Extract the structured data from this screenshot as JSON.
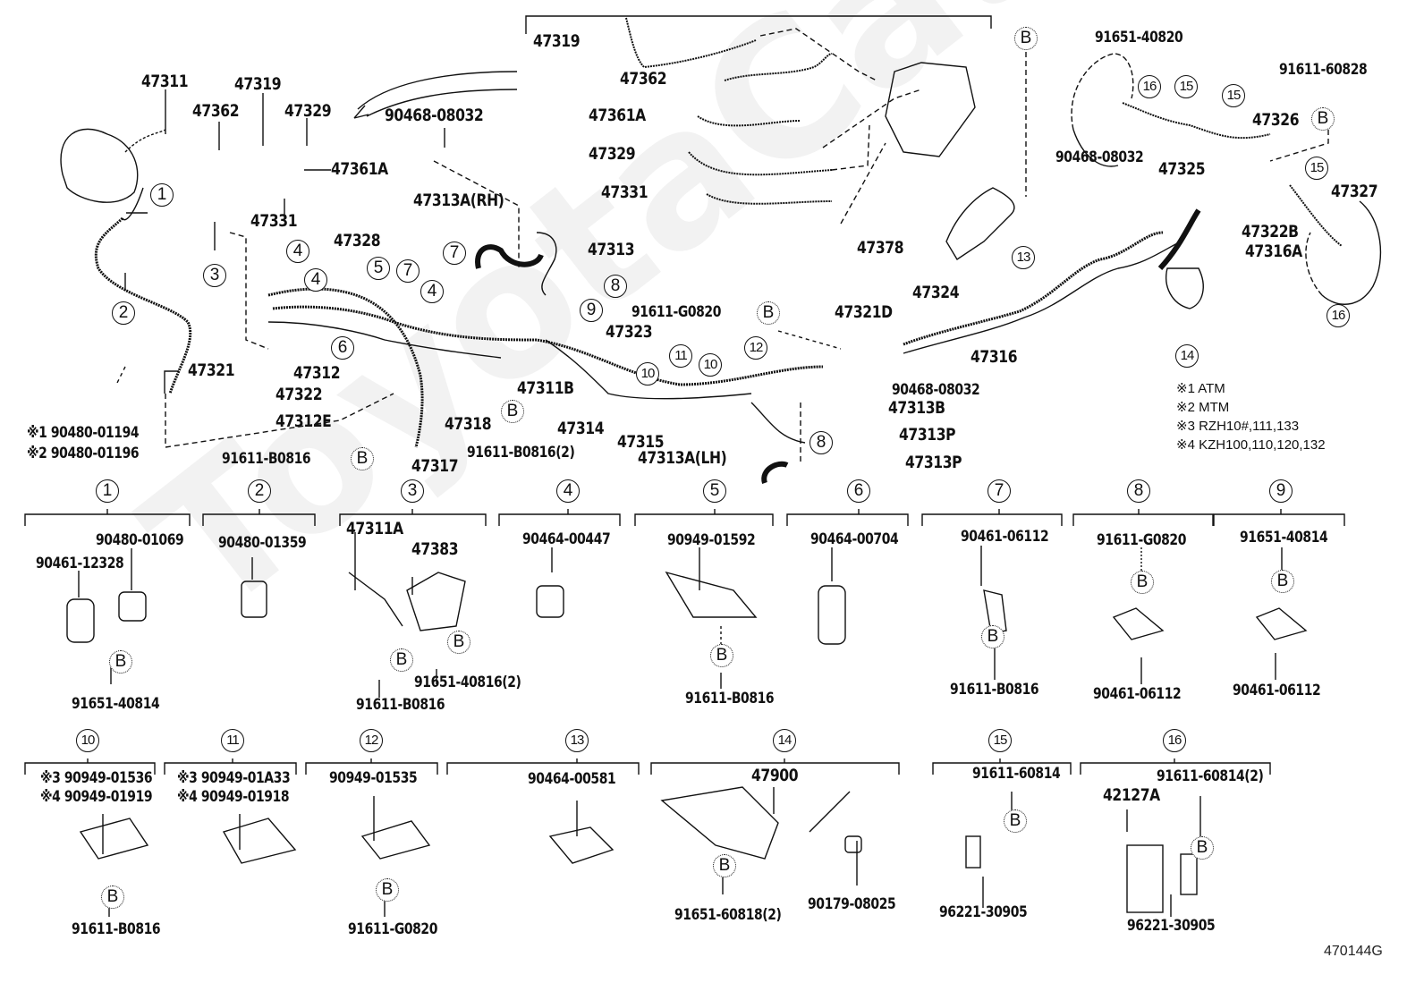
{
  "diagram": {
    "figure_id": "470144G",
    "watermark": "ToyotaCatalog",
    "main_labels": {
      "l47311": "47311",
      "l47319": "47319",
      "l47362": "47362",
      "l47329": "47329",
      "l47361A": "47361A",
      "l47331": "47331",
      "l90468_08032_a": "90468-08032",
      "l47313A_RH": "47313A(RH)",
      "l47328": "47328",
      "l47313": "47313",
      "l47312": "47312",
      "l47322": "47322",
      "l47312E": "47312E",
      "l47321": "47321",
      "l47318": "47318",
      "l47311B": "47311B",
      "l47317": "47317",
      "l47314": "47314",
      "l47315": "47315",
      "l47323": "47323",
      "l91611_G0820": "91611-G0820",
      "l91611_B0816_a": "91611-B0816",
      "l91611_B0816_2": "91611-B0816(2)",
      "l47313A_LH": "47313A(LH)",
      "l47321D": "47321D",
      "l90468_08032_b": "90468-08032",
      "l47313B": "47313B",
      "l47313P_a": "47313P",
      "l47313P_b": "47313P",
      "l47324": "47324",
      "l47316": "47316",
      "l47378": "47378",
      "l91651_40820": "91651-40820",
      "l91611_60828": "91611-60828",
      "l90468_08032_c": "90468-08032",
      "l47325": "47325",
      "l47326": "47326",
      "l47327": "47327",
      "l47322B": "47322B",
      "l47316A": "47316A",
      "note_1_left": "※1 90480-01194",
      "note_2_left": "※2 90480-01196"
    },
    "inset_labels": {
      "i47319": "47319",
      "i47362": "47362",
      "i47361A": "47361A",
      "i47329": "47329",
      "i47331": "47331"
    },
    "legend_notes": [
      "※1 ATM",
      "※2 MTM",
      "※3 RZH10#,111,133",
      "※4 KZH100,110,120,132"
    ],
    "bolt_marker": "B",
    "callout_numbers": [
      "1",
      "2",
      "3",
      "4",
      "5",
      "6",
      "7",
      "8",
      "9",
      "10",
      "11",
      "12",
      "13",
      "14",
      "15",
      "16"
    ],
    "detail_groups": [
      {
        "num": "1",
        "parts": [
          "90480-01069",
          "90461-12328",
          "91651-40814"
        ]
      },
      {
        "num": "2",
        "parts": [
          "90480-01359"
        ]
      },
      {
        "num": "3",
        "parts": [
          "47311A",
          "47383",
          "91611-B0816",
          "91651-40816(2)"
        ]
      },
      {
        "num": "4",
        "parts": [
          "90464-00447"
        ]
      },
      {
        "num": "5",
        "parts": [
          "90949-01592",
          "91611-B0816"
        ]
      },
      {
        "num": "6",
        "parts": [
          "90464-00704"
        ]
      },
      {
        "num": "7",
        "parts": [
          "90461-06112",
          "91611-B0816"
        ]
      },
      {
        "num": "8",
        "parts": [
          "91611-G0820",
          "90461-06112"
        ]
      },
      {
        "num": "9",
        "parts": [
          "91651-40814",
          "90461-06112"
        ]
      },
      {
        "num": "10",
        "parts": [
          "※3 90949-01536",
          "※4 90949-01919",
          "91611-B0816"
        ]
      },
      {
        "num": "11",
        "parts": [
          "※3 90949-01A33",
          "※4 90949-01918"
        ]
      },
      {
        "num": "12",
        "parts": [
          "90949-01535",
          "91611-G0820"
        ]
      },
      {
        "num": "13",
        "parts": [
          "90464-00581"
        ]
      },
      {
        "num": "14",
        "parts": [
          "47900",
          "91651-60818(2)",
          "90179-08025"
        ]
      },
      {
        "num": "15",
        "parts": [
          "91611-60814",
          "96221-30905"
        ]
      },
      {
        "num": "16",
        "parts": [
          "42127A",
          "91611-60814(2)",
          "96221-30905"
        ]
      }
    ]
  }
}
